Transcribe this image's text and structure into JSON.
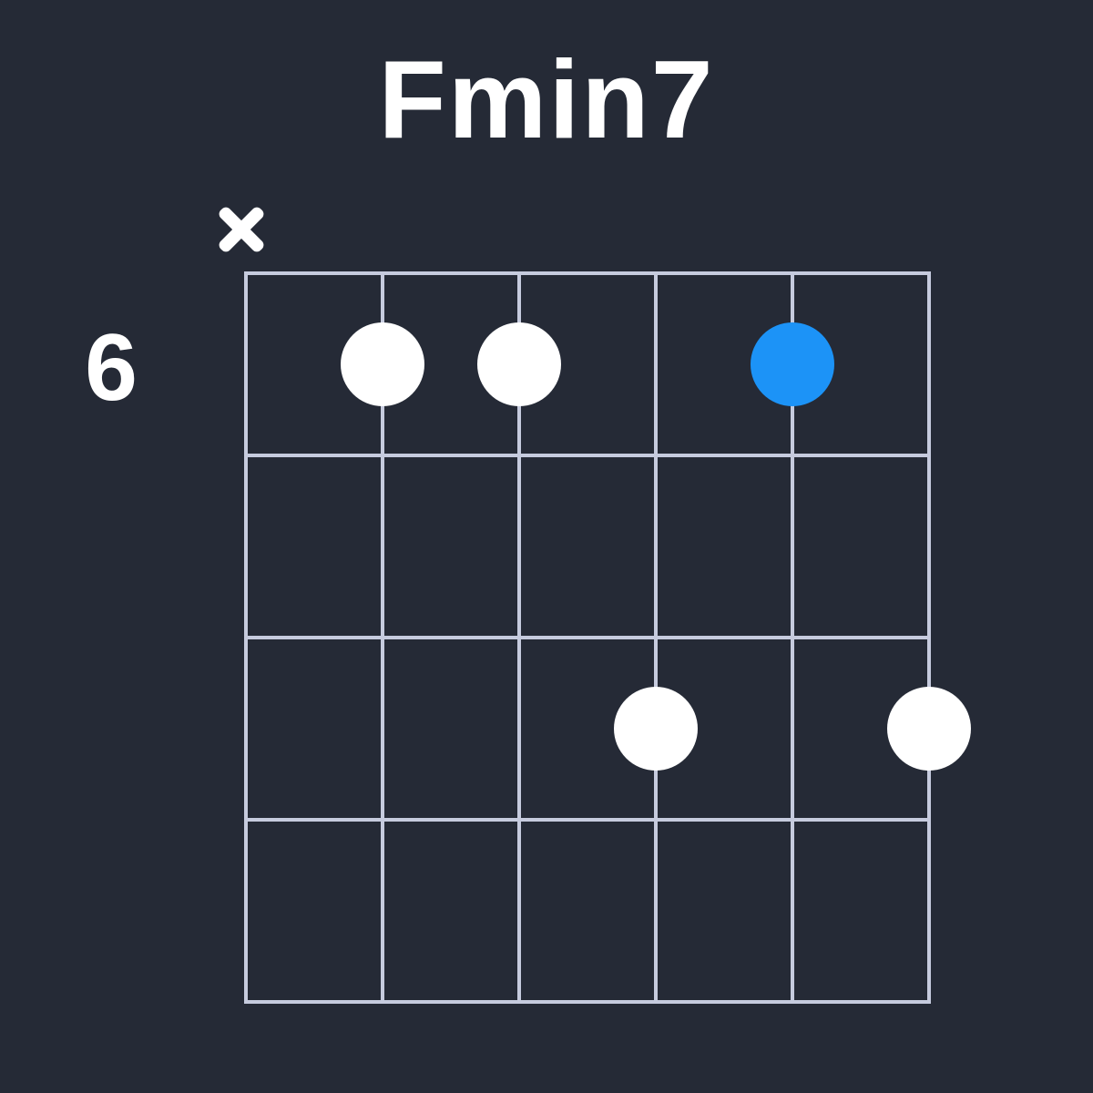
{
  "title": "Fmin7",
  "colors": {
    "background": "#252A36",
    "grid_line": "#C6CBDE",
    "text": "#FFFFFF",
    "dot_white": "#FFFFFF",
    "dot_accent": "#1C93F7"
  },
  "diagram": {
    "start_fret_label": "6",
    "string_count": 6,
    "fret_count": 4,
    "muted_symbol": "×",
    "muted_strings": [
      1
    ],
    "dots": [
      {
        "string": 2,
        "fret": 1,
        "color": "white"
      },
      {
        "string": 3,
        "fret": 1,
        "color": "white"
      },
      {
        "string": 5,
        "fret": 1,
        "color": "accent"
      },
      {
        "string": 4,
        "fret": 3,
        "color": "white"
      },
      {
        "string": 6,
        "fret": 3,
        "color": "white"
      }
    ]
  }
}
